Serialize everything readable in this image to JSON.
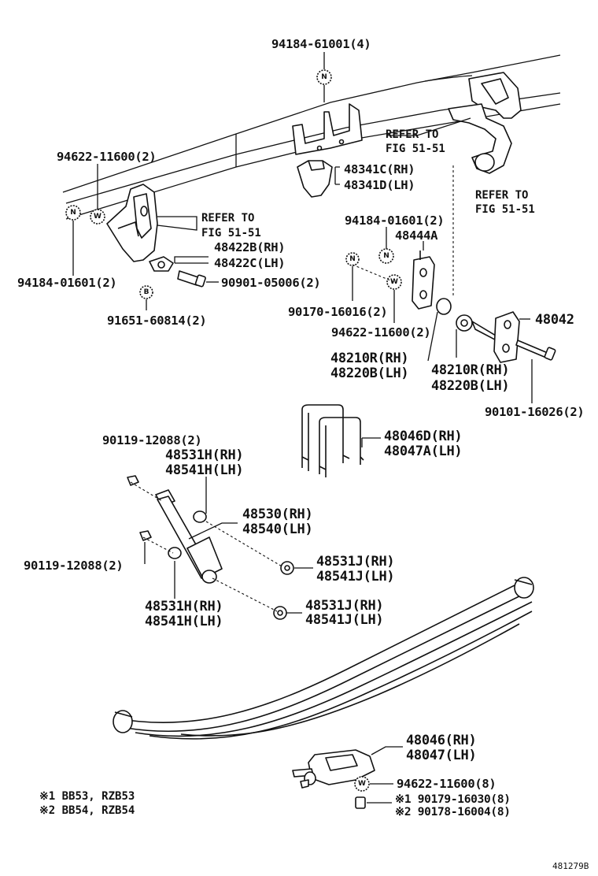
{
  "labels": {
    "n_bolt_top": "94184-61001(4)",
    "w_left": "94622-11600(2)",
    "ref_frame": "REFER TO",
    "ref_frame_fig": "FIG 51-51",
    "ref_right": "REFER TO",
    "ref_right_fig": "FIG 51-51",
    "ref_left": "REFER TO",
    "ref_left_fig": "FIG 51-51",
    "b48341c": "48341C(RH)",
    "b48341d": "48341D(LH)",
    "n_bolt_mid": "94184-01601(2)",
    "p48444a": "48444A",
    "p48422b": "48422B(RH)",
    "p48422c": "48422C(LH)",
    "n_bolt_left": "94184-01601(2)",
    "bolt_90901": "90901-05006(2)",
    "b91651": "91651-60814(2)",
    "p90170": "90170-16016(2)",
    "w_mid": "94622-11600(2)",
    "p48042": "48042",
    "bush_l_rh": "48210R(RH)",
    "bush_l_lh": "48220B(LH)",
    "bush_r_rh": "48210R(RH)",
    "bush_r_lh": "48220B(LH)",
    "bolt_90101": "90101-16026(2)",
    "ubolt_rh": "48046D(RH)",
    "ubolt_lh": "48047A(LH)",
    "nut_top": "90119-12088(2)",
    "bush_top_rh": "48531H(RH)",
    "bush_top_lh": "48541H(LH)",
    "shock_rh": "48530(RH)",
    "shock_lh": "48540(LH)",
    "nut_left": "90119-12088(2)",
    "bush_j1_rh": "48531J(RH)",
    "bush_j1_lh": "48541J(LH)",
    "bush_bot_rh": "48531H(RH)",
    "bush_bot_lh": "48541H(LH)",
    "bush_j2_rh": "48531J(RH)",
    "bush_j2_lh": "48541J(LH)",
    "seat_rh": "48046(RH)",
    "seat_lh": "48047(LH)",
    "w_bottom": "94622-11600(8)",
    "nut_b1": "※1 90179-16030(8)",
    "nut_b2": "※2 90178-16004(8)"
  },
  "notes": {
    "note1": "※1  BB53, RZB53",
    "note2": "※2  BB54, RZB54"
  },
  "symbols": {
    "n": "N",
    "w": "W",
    "b": "B"
  },
  "diagram_code": "481279B"
}
